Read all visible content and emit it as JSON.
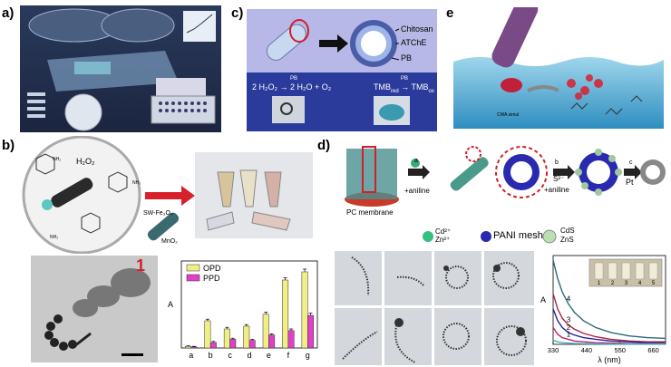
{
  "labels": {
    "a": "a)",
    "b": "b)",
    "c": "c)",
    "d": "d)",
    "e": "e)"
  },
  "panel_c": {
    "chitosan": "Chitosan",
    "atche": "ATChE",
    "pb": "PB",
    "reaction1": "2 H₂O₂ → 2 H₂O + O₂",
    "reaction1_cat": "PB",
    "reaction2": "TMB",
    "reaction2_red": "red",
    "reaction2_ox": "ox",
    "reaction2_cat": "PB"
  },
  "panel_b": {
    "h2o2": "H₂O₂",
    "sw_fe3o4": "SW-Fe₃O₄",
    "mno2": "MnO₂",
    "nh2": "NH₂",
    "frame_number": "1"
  },
  "panel_d": {
    "pc_membrane": "PC membrane",
    "step_a": "a",
    "step_b": "b",
    "step_c": "c",
    "aniline_a": "+aniline",
    "s2": "S²⁻",
    "aniline_b": "+aniline",
    "pt": "Pt",
    "legend_ions": "Cd²⁺ Zn²⁺",
    "legend_mesh": "PANI mesh",
    "legend_cds": "CdS",
    "legend_zns": "ZnS"
  },
  "panel_e": {
    "cwa_label": "CWA simul"
  },
  "bar_chart": {
    "type": "bar",
    "categories": [
      "a",
      "b",
      "c",
      "d",
      "e",
      "f",
      "g"
    ],
    "series": [
      {
        "name": "OPD",
        "values": [
          0.003,
          0.05,
          0.035,
          0.04,
          0.062,
          0.125,
          0.14
        ],
        "errors": [
          0.001,
          0.003,
          0.003,
          0.003,
          0.004,
          0.004,
          0.005
        ],
        "color": "#f0ee84"
      },
      {
        "name": "PPD",
        "values": [
          0.002,
          0.01,
          0.016,
          0.014,
          0.024,
          0.032,
          0.06
        ],
        "errors": [
          0.001,
          0.002,
          0.002,
          0.002,
          0.002,
          0.003,
          0.004
        ],
        "color": "#e040c8"
      }
    ],
    "ylabel": "A",
    "ylim": [
      0,
      0.16
    ],
    "legend_position": "top-left"
  },
  "chart_data": {
    "type": "line",
    "xlabel": "λ (nm)",
    "ylabel": "A",
    "xlim": [
      330,
      700
    ],
    "x_ticks": [
      330,
      440,
      550,
      660
    ],
    "series": [
      {
        "name": "4",
        "color": "#2b6a78",
        "x": [
          330,
          345,
          360,
          380,
          400,
          430,
          470,
          520,
          580,
          640,
          700
        ],
        "y": [
          1.0,
          0.78,
          0.62,
          0.48,
          0.38,
          0.28,
          0.2,
          0.14,
          0.1,
          0.08,
          0.07
        ]
      },
      {
        "name": "3",
        "color": "#b0223c",
        "x": [
          330,
          345,
          360,
          380,
          400,
          430,
          470,
          520,
          580,
          640,
          700
        ],
        "y": [
          0.6,
          0.42,
          0.31,
          0.23,
          0.18,
          0.13,
          0.09,
          0.06,
          0.04,
          0.03,
          0.03
        ]
      },
      {
        "name": "2",
        "color": "#23239c",
        "x": [
          330,
          345,
          360,
          380,
          400,
          430,
          470,
          520,
          580,
          640,
          700
        ],
        "y": [
          0.42,
          0.28,
          0.2,
          0.14,
          0.11,
          0.08,
          0.06,
          0.04,
          0.03,
          0.02,
          0.02
        ]
      },
      {
        "name": "1",
        "color": "#c0226a",
        "x": [
          330,
          345,
          360,
          380,
          400,
          430,
          470,
          520,
          580,
          640,
          700
        ],
        "y": [
          0.2,
          0.12,
          0.08,
          0.06,
          0.04,
          0.03,
          0.02,
          0.015,
          0.01,
          0.01,
          0.01
        ]
      },
      {
        "name": "5",
        "color": "#40b0c0",
        "x": [
          330,
          345,
          360,
          380,
          400,
          430,
          470,
          520,
          580,
          640,
          700
        ],
        "y": [
          0.05,
          0.03,
          0.02,
          0.015,
          0.01,
          0.008,
          0.006,
          0.005,
          0.004,
          0.004,
          0.004
        ]
      }
    ],
    "inset_labels": [
      "1",
      "2",
      "3",
      "4",
      "5"
    ]
  }
}
